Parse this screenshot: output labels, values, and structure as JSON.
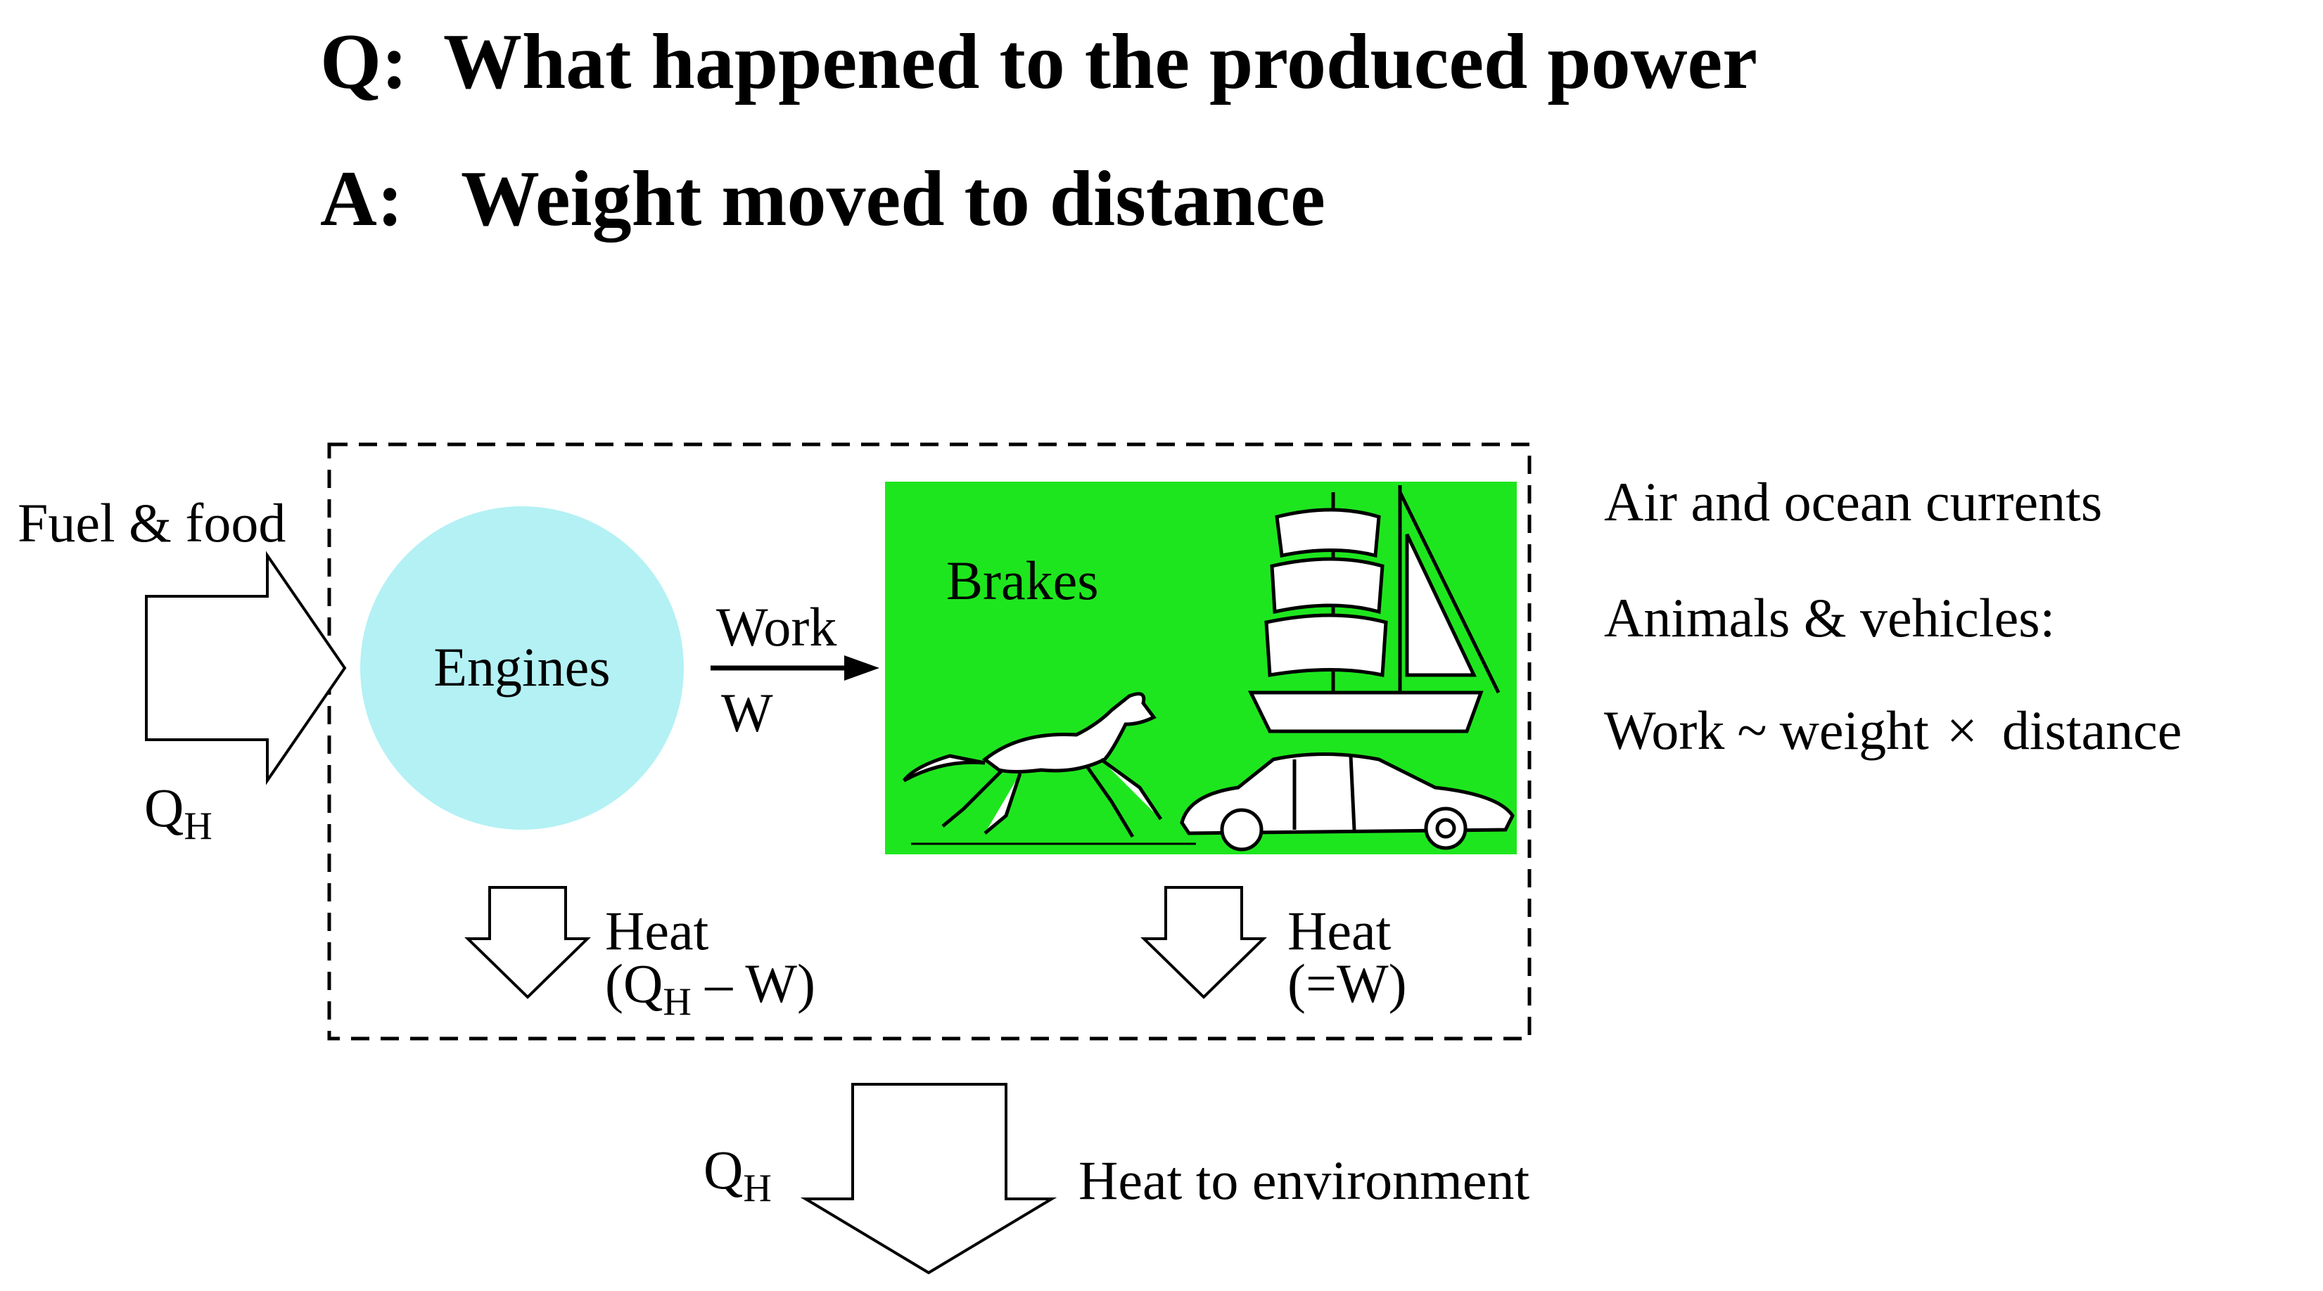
{
  "question": {
    "q_prefix": "Q:",
    "q_text": "What happened to the produced power",
    "a_prefix": "A:",
    "a_text": "Weight moved to distance"
  },
  "diagram": {
    "input_label": "Fuel & food",
    "input_q": "Q",
    "input_q_sub": "H",
    "engines_label": "Engines",
    "work_label": "Work",
    "work_symbol": "W",
    "brakes_label": "Brakes",
    "heat_engine_label": "Heat",
    "heat_engine_open": "(Q",
    "heat_engine_sub": "H",
    "heat_engine_close": " – W)",
    "heat_brakes_label": "Heat",
    "heat_brakes_eq": "(=W)",
    "output_q": "Q",
    "output_q_sub": "H",
    "output_label": "Heat to environment"
  },
  "side_notes": {
    "line1": "Air and ocean currents",
    "line2": "Animals  & vehicles:",
    "line3_a": "Work",
    "line3_tilde": "~",
    "line3_b": "weight",
    "line3_times": "×",
    "line3_c": "distance"
  },
  "colors": {
    "engines_fill": "#b3f1f5",
    "brakes_fill": "#1ee61e",
    "stroke": "#000000"
  },
  "icons": [
    "horse-icon",
    "sailing-ship-icon",
    "car-icon"
  ]
}
